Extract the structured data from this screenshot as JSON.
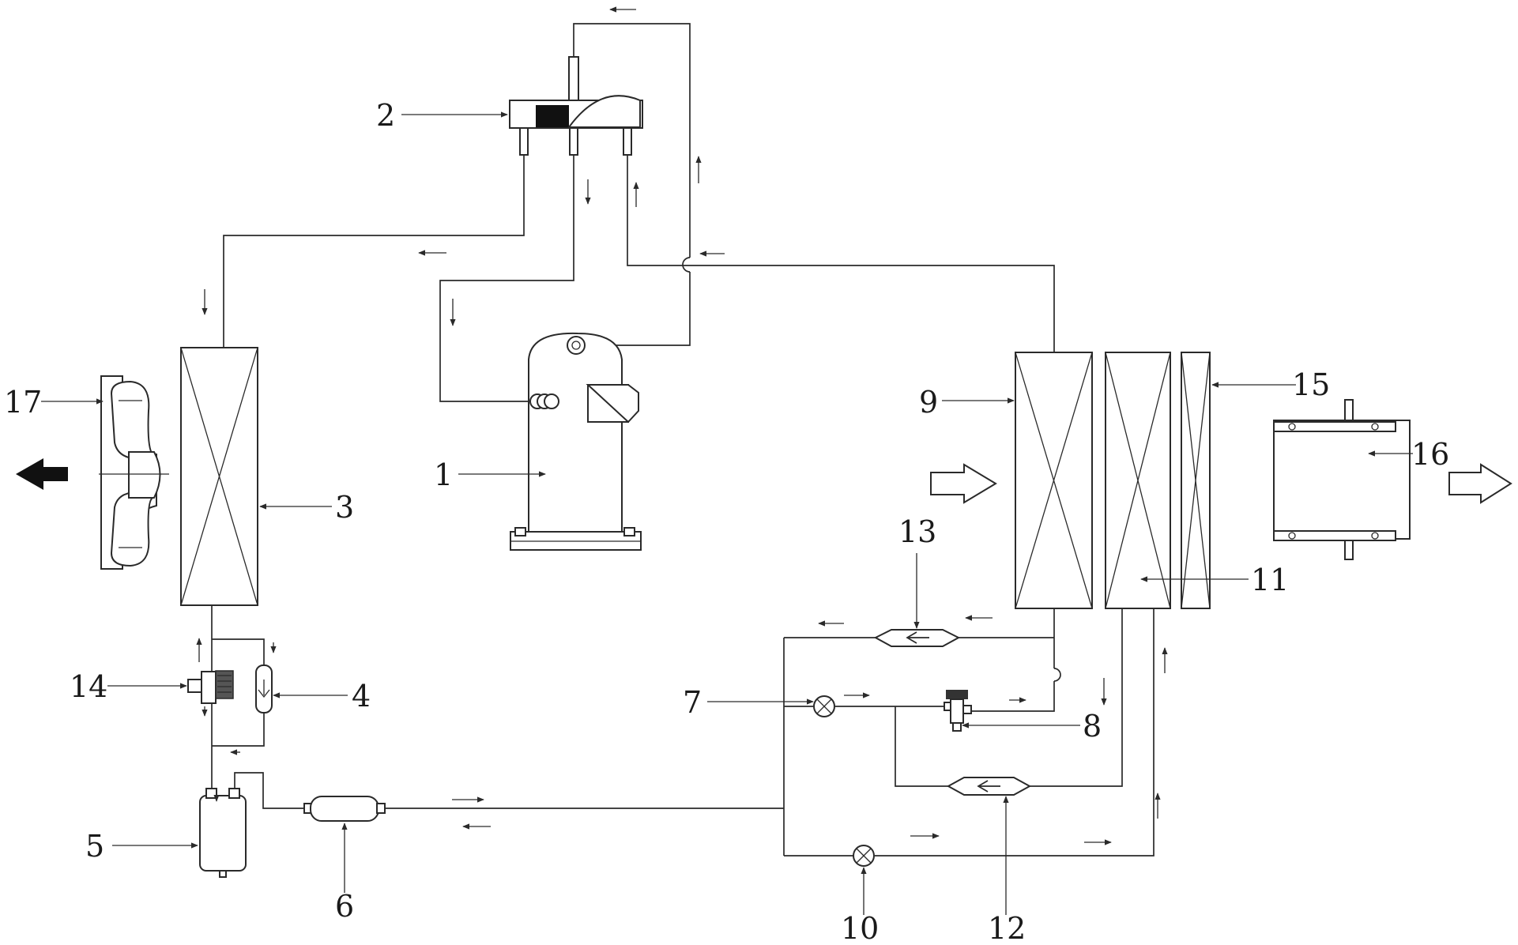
{
  "colors": {
    "line": "#2a2a2a",
    "background": "#ffffff",
    "solid": "#111111"
  },
  "labels": {
    "l1": "1",
    "l2": "2",
    "l3": "3",
    "l4": "4",
    "l5": "5",
    "l6": "6",
    "l7": "7",
    "l8": "8",
    "l9": "9",
    "l10": "10",
    "l11": "11",
    "l12": "12",
    "l13": "13",
    "l14": "14",
    "l15": "15",
    "l16": "16",
    "l17": "17"
  }
}
